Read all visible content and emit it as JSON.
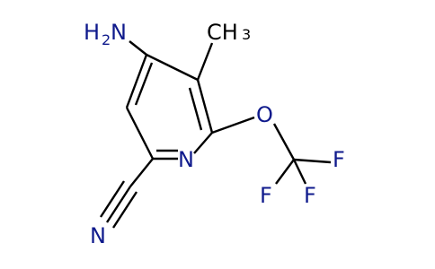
{
  "molecule": {
    "atoms": {
      "amino_h": "H",
      "amino_n": "N",
      "amino_sub": "2",
      "methyl_ch": "CH",
      "methyl_sub": "3",
      "ring_n": "N",
      "ether_o": "O",
      "f_top": "F",
      "f_left": "F",
      "f_bottom": "F",
      "nitrile_n": "N"
    },
    "colors": {
      "bond": "#000000",
      "heteroatom": "#0f1a8c",
      "carbon_label": "#000000"
    }
  }
}
